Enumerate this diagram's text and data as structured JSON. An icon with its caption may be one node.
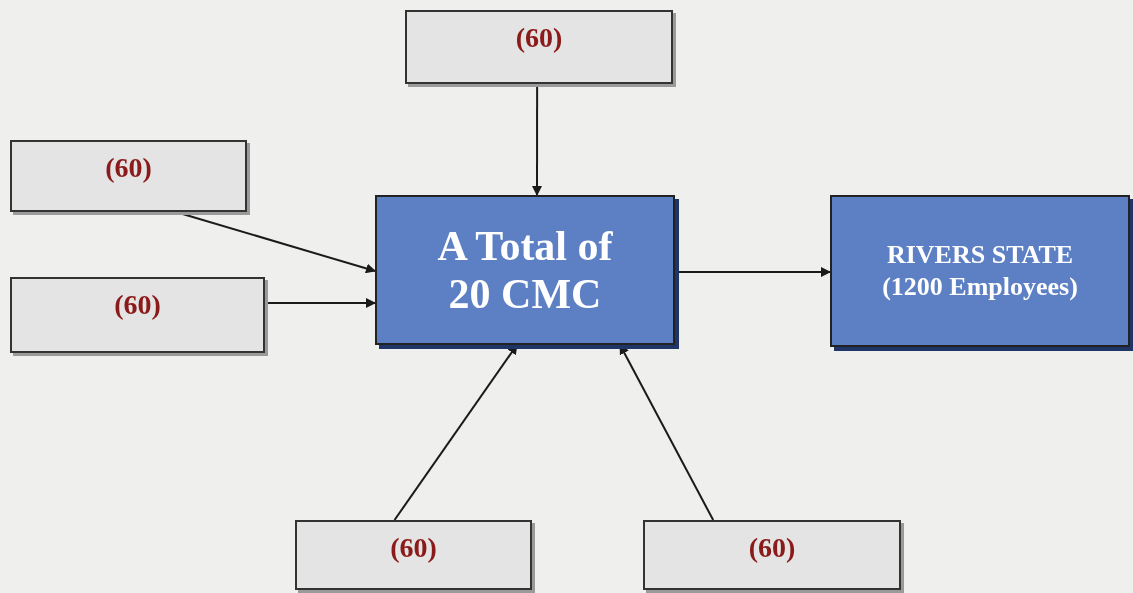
{
  "diagram": {
    "nodes": [
      {
        "text": [
          "(60)"
        ]
      },
      {
        "text": [
          "(60)"
        ]
      },
      {
        "text": [
          "(60)"
        ]
      },
      {
        "text": [
          "A Total of 20 CMC"
        ]
      },
      {
        "text": [
          "RIVERS STATE",
          "(1200 Employees)"
        ]
      },
      {
        "text": [
          "(60)"
        ]
      },
      {
        "text": [
          "(60)"
        ]
      }
    ],
    "edges": [
      {
        "from": 0,
        "to": 3,
        "arrow": "to"
      },
      {
        "from": 1,
        "to": 3,
        "arrow": "to"
      },
      {
        "from": 2,
        "to": 3,
        "arrow": "to"
      },
      {
        "from": 5,
        "to": 3,
        "arrow": "to"
      },
      {
        "from": 6,
        "to": 3,
        "arrow": "to"
      },
      {
        "from": 3,
        "to": 4,
        "arrow": "to"
      }
    ]
  }
}
